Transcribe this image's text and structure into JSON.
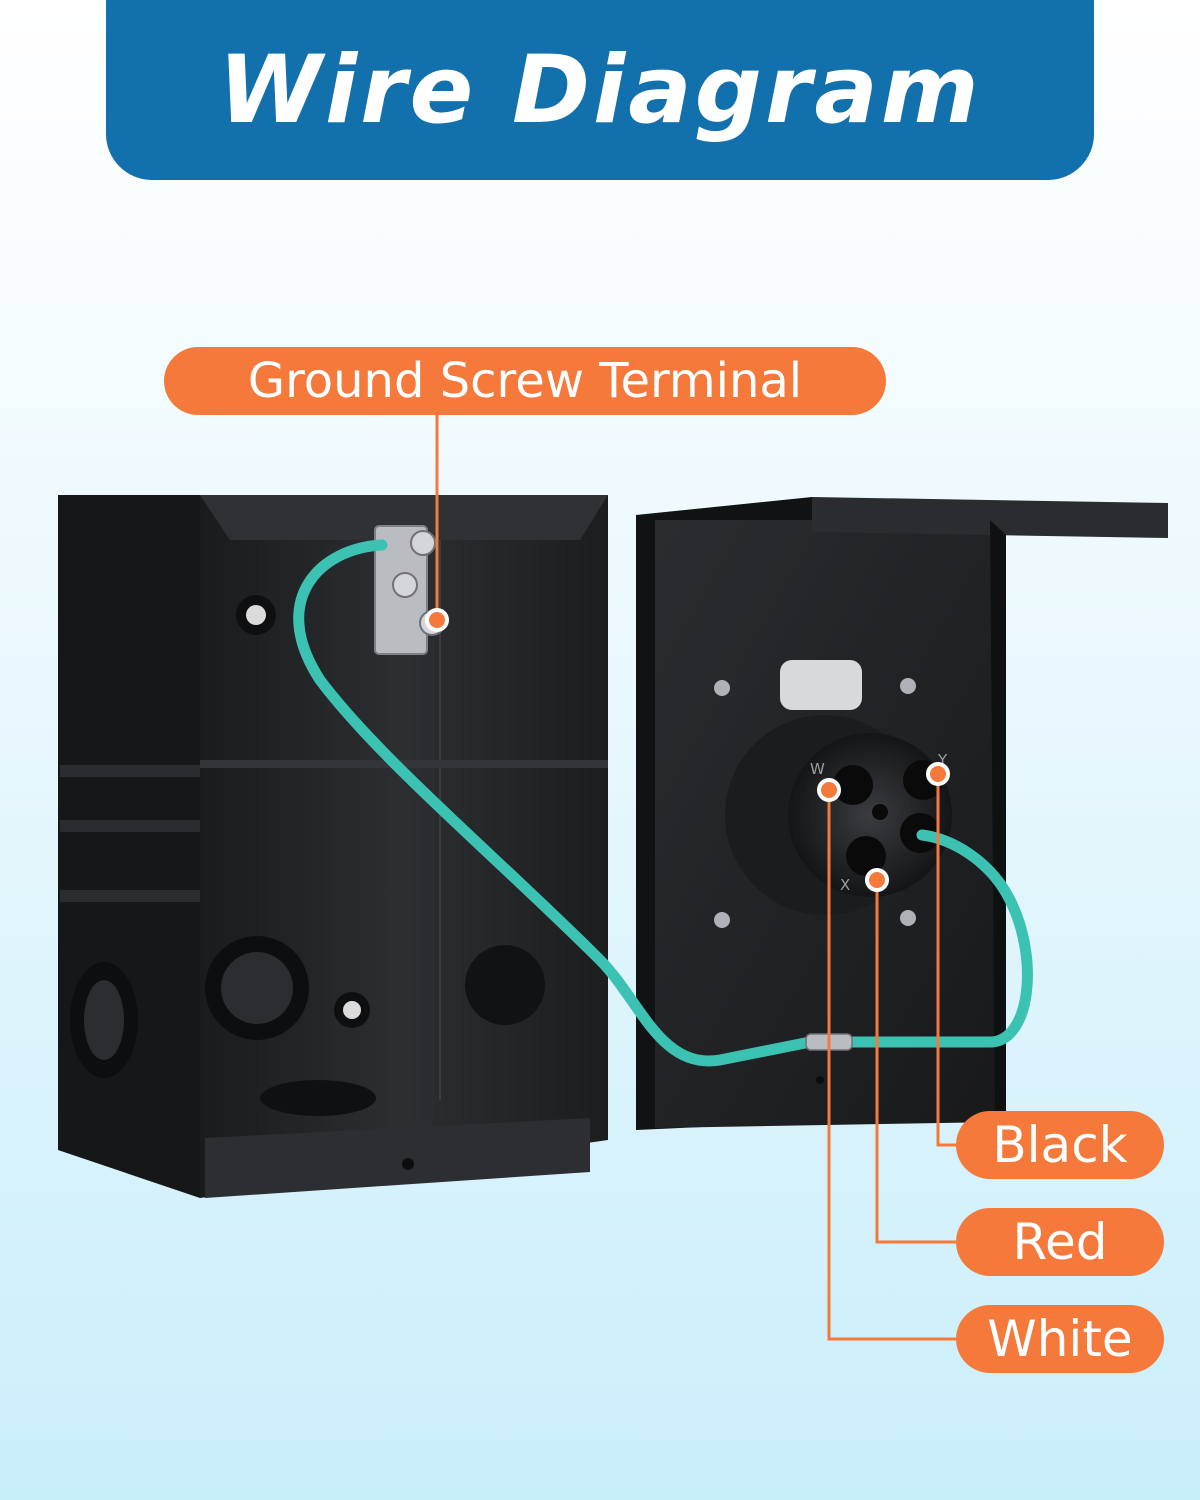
{
  "title": "Wire Diagram",
  "labels": {
    "ground": "Ground Screw Terminal",
    "black": "Black",
    "red": "Red",
    "white": "White"
  },
  "terminal_letters": {
    "w": "W",
    "y": "Y",
    "x": "X"
  },
  "colors": {
    "banner": "#1270ad",
    "callout": "#f4793b",
    "ground_wire": "#3cc2b2",
    "enclosure": "#222427"
  }
}
